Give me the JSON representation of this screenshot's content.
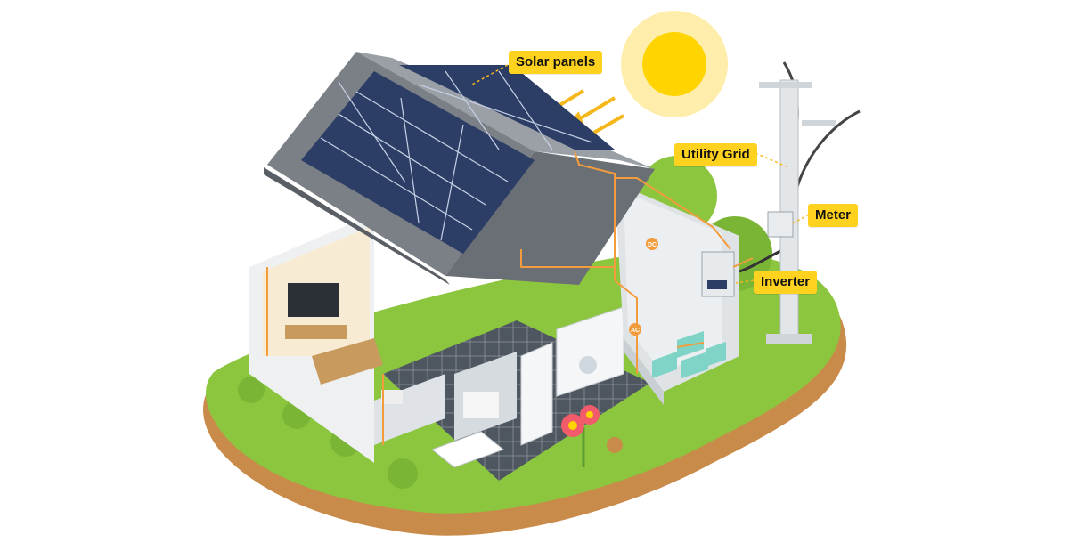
{
  "labels": {
    "solar_panels": "Solar panels",
    "utility_grid": "Utility Grid",
    "meter": "Meter",
    "inverter": "Inverter",
    "dc": "DC",
    "ac": "AC"
  },
  "colors": {
    "callout": "#ffd21f",
    "wire": "#f39c3d",
    "grass": "#8cc63f",
    "ground": "#c98b4a",
    "panel": "#2c3e66",
    "sun": "#ffd400"
  },
  "icons": [
    "sun-icon",
    "flower-icon",
    "tree-icon",
    "utility-pole-icon",
    "battery-icon"
  ]
}
